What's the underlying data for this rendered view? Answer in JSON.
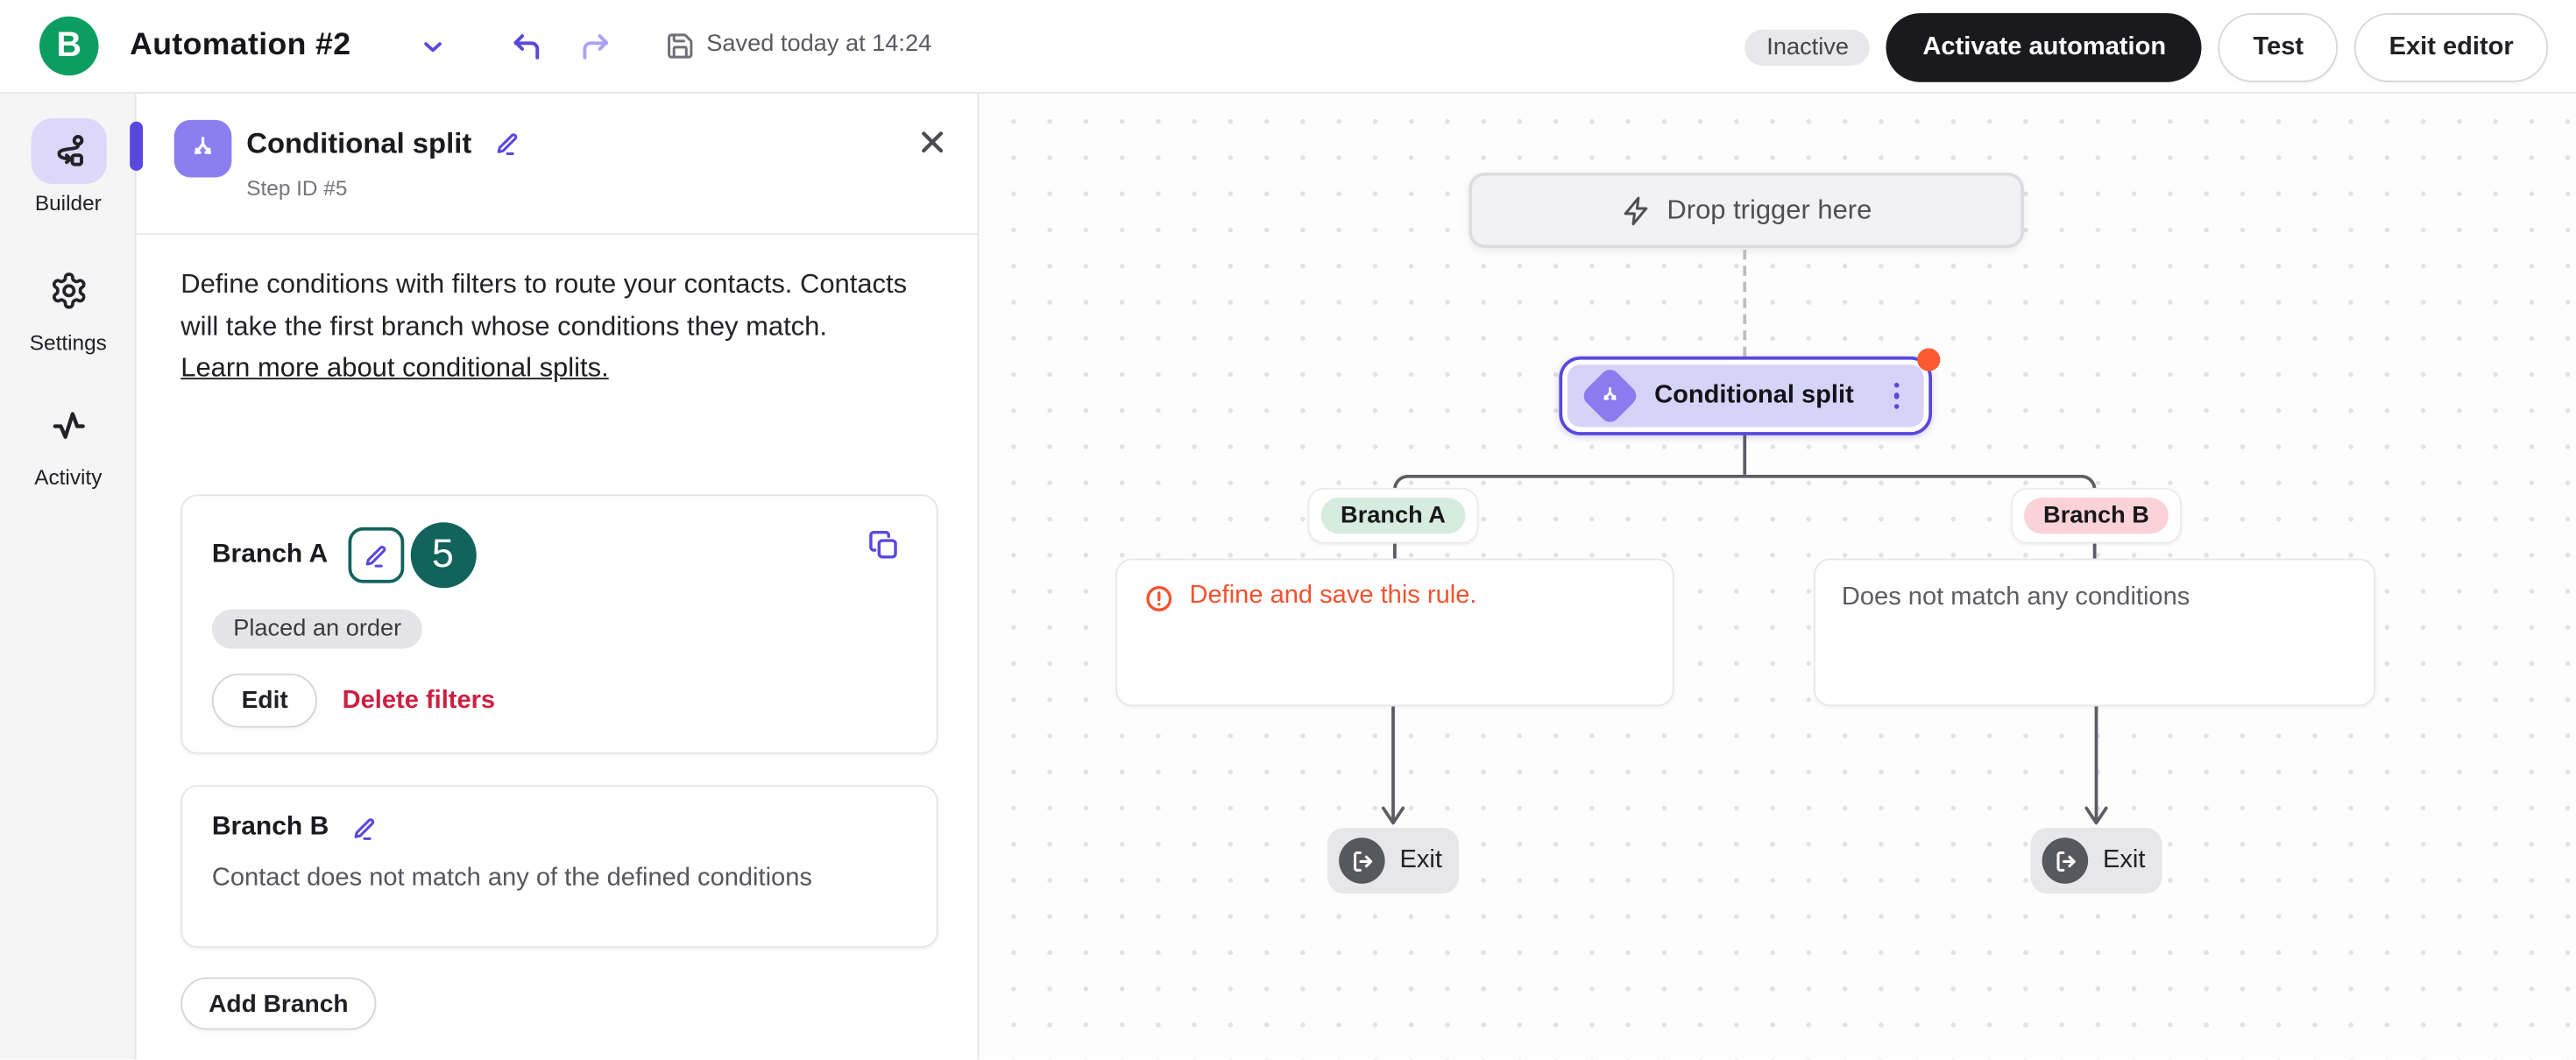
{
  "topbar": {
    "logo_letter": "B",
    "title": "Automation #2",
    "saved_status": "Saved today at 14:24",
    "status_badge": "Inactive",
    "buttons": {
      "activate": "Activate automation",
      "test": "Test",
      "exit_editor": "Exit editor"
    }
  },
  "sidebar": {
    "items": [
      {
        "label": "Builder",
        "icon": "route-icon",
        "active": true
      },
      {
        "label": "Settings",
        "icon": "gear-icon",
        "active": false
      },
      {
        "label": "Activity",
        "icon": "activity-icon",
        "active": false
      }
    ]
  },
  "panel": {
    "title": "Conditional split",
    "step_id": "Step ID #5",
    "description": "Define conditions with filters to route your contacts. Contacts will take the first branch whose conditions they match.",
    "learn_more_link": "Learn more about conditional splits.",
    "branch_a": {
      "name": "Branch A",
      "marker_badge": "5",
      "filter_tag": "Placed an order",
      "edit_button": "Edit",
      "delete_filters_button": "Delete filters"
    },
    "branch_b": {
      "name": "Branch B",
      "description": "Contact does not match any of the defined conditions"
    },
    "add_branch_button": "Add Branch"
  },
  "canvas": {
    "drop_trigger_label": "Drop trigger here",
    "node": {
      "title": "Conditional split"
    },
    "branch_a": {
      "label": "Branch A",
      "warning": "Define and save this rule."
    },
    "branch_b": {
      "label": "Branch B",
      "text": "Does not match any conditions"
    },
    "exit_a_label": "Exit",
    "exit_b_label": "Exit"
  },
  "colors": {
    "accent_purple": "#5948dd",
    "node_fill": "#d7d3f8",
    "node_icon": "#8a7cf0",
    "annotation_teal": "#11635c",
    "alert_dot_orange": "#fb5a33",
    "warning_text_orange": "#f4512d",
    "danger_red": "#cb2040",
    "brand_green": "#0c9e61",
    "branch_a_pill_mint": "#d6ecdf",
    "branch_b_pill_pink": "#fcd2d9",
    "connector_gray": "#5c5c63"
  }
}
